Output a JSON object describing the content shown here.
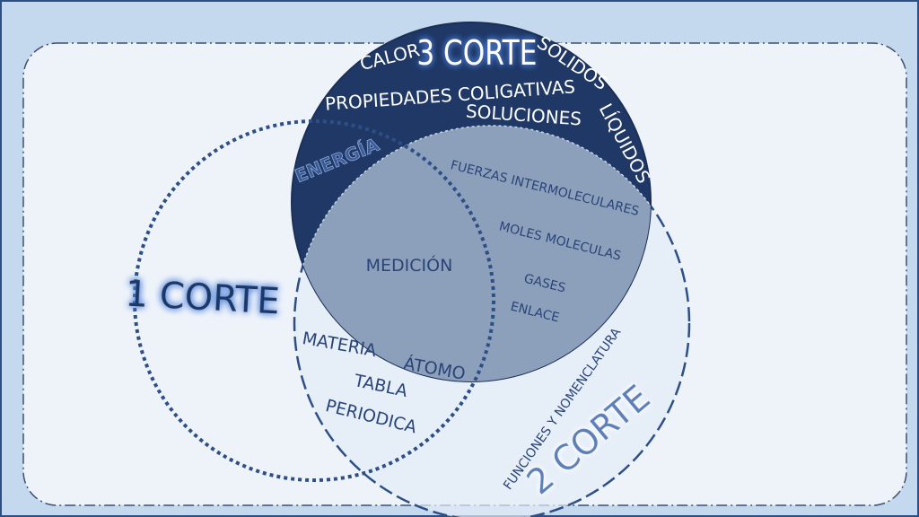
{
  "colors": {
    "background": "#c5d9ee",
    "panel": "#eef3fa",
    "dark_circle": "#1f3866",
    "overlap_fill": "#8da0bb",
    "light_text": "#ffffff",
    "dark_text": "#2a4478",
    "outline": "#2e4f86"
  },
  "diagram": {
    "corte_3": {
      "title": "3 CORTE",
      "items": {
        "calor": "CALOR",
        "solidos": "SÓLIDOS",
        "propiedades": "PROPIEDADES COLIGATIVAS",
        "soluciones": "SOLUCIONES",
        "liquidos": "LÍQUIDOS",
        "energia": "ENERGÍA"
      }
    },
    "corte_1": {
      "title": "1 CORTE"
    },
    "corte_2": {
      "title": "2 CORTE",
      "items": {
        "funciones": "FUNCIONES Y NOMENCLATURA"
      }
    },
    "overlap_all": {
      "medicion": "MEDICIÓN"
    },
    "overlap_2_3": {
      "fuerzas": "FUERZAS INTERMOLECULARES",
      "moles": "MOLES MOLECULAS",
      "gases": "GASES",
      "enlace": "ENLACE"
    },
    "overlap_1_2": {
      "materia": "MATERIA",
      "atomo": "ÁTOMO",
      "tabla": "TABLA",
      "periodica": "PERIODICA"
    }
  }
}
